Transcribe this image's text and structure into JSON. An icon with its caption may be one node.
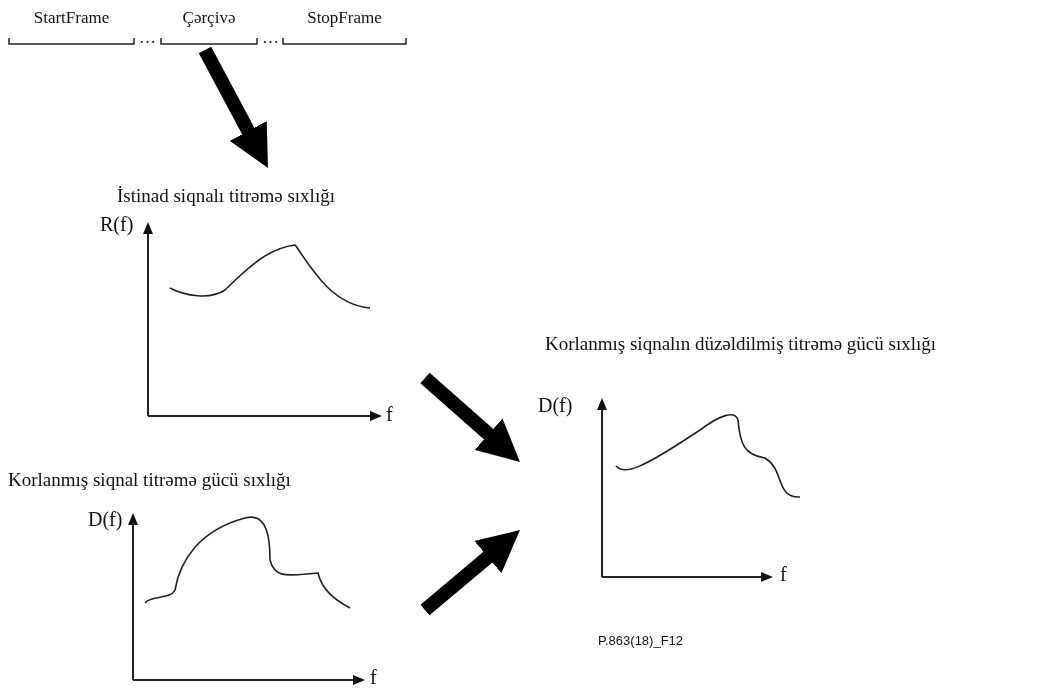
{
  "diagram": {
    "nodes": [
      {
        "text": [
          "StartFrame"
        ]
      },
      {
        "text": [
          "Çərçivə"
        ]
      },
      {
        "text": [
          "StopFrame"
        ]
      },
      {
        "text": [
          "İstinad siqnalı titrəmə sıxlığı",
          "R(f)",
          "f"
        ]
      },
      {
        "text": [
          "Korlanmış siqnal titrəmə gücü sıxlığı",
          "D(f)",
          "f"
        ]
      },
      {
        "text": [
          "Korlanmış siqnalın düzəldilmiş titrəmə gücü sıxlığı",
          "D(f)",
          "f"
        ]
      }
    ],
    "edges": [
      {
        "from": 1,
        "to": 3,
        "arrow": "to"
      },
      {
        "from": 3,
        "to": 5,
        "arrow": "to"
      },
      {
        "from": 4,
        "to": 5,
        "arrow": "to"
      }
    ],
    "labels": [
      "…",
      "…",
      "P.863(18)_F12"
    ]
  }
}
